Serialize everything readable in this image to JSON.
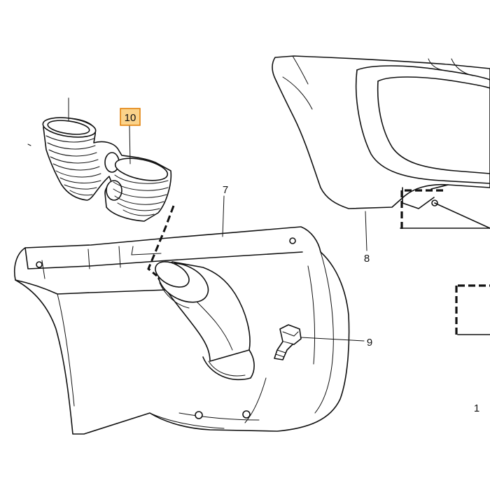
{
  "diagram": {
    "callouts": {
      "c7": "7",
      "c8": "8",
      "c9": "9",
      "c10": "10",
      "c1": "1"
    },
    "highlight": {
      "label": "10",
      "fill": "#fbd38a",
      "border": "#e07b00"
    }
  }
}
